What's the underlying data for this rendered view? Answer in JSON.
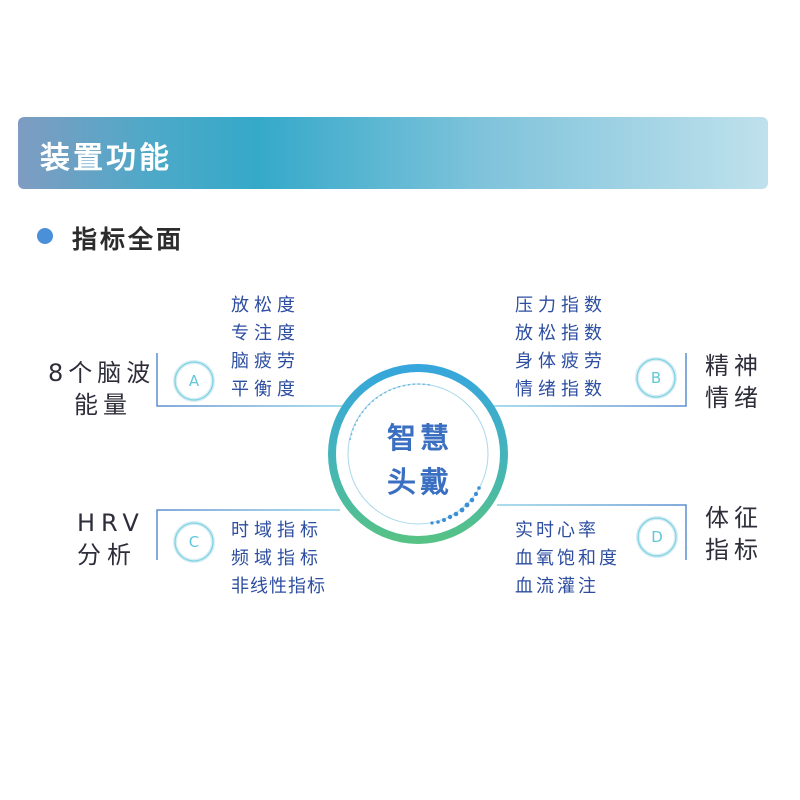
{
  "banner": {
    "title": "装置功能"
  },
  "section": {
    "title": "指标全面"
  },
  "center": {
    "line1": "智慧",
    "line2": "头戴"
  },
  "quadrants": {
    "a": {
      "badge": "A",
      "label_lines": [
        "8个脑波",
        "能量"
      ],
      "items": [
        "放松度",
        "专注度",
        "脑疲劳",
        "平衡度"
      ]
    },
    "b": {
      "badge": "B",
      "label_lines": [
        "精神",
        "情绪"
      ],
      "items": [
        "压力指数",
        "放松指数",
        "身体疲劳",
        "情绪指数"
      ]
    },
    "c": {
      "badge": "C",
      "label_lines": [
        "HRV",
        "分析"
      ],
      "items": [
        "时域指标",
        "频域指标",
        "非线性指标"
      ]
    },
    "d": {
      "badge": "D",
      "label_lines": [
        "体征",
        "指标"
      ],
      "items": [
        "实时心率",
        "血氧饱和度",
        "血流灌注"
      ]
    }
  },
  "colors": {
    "item_text": "#2d4ea0",
    "label_text": "#2e2e3a",
    "ring_blue": "#3aa9d6",
    "ring_green": "#52c08a",
    "badge_teal": "#5fc7da"
  }
}
